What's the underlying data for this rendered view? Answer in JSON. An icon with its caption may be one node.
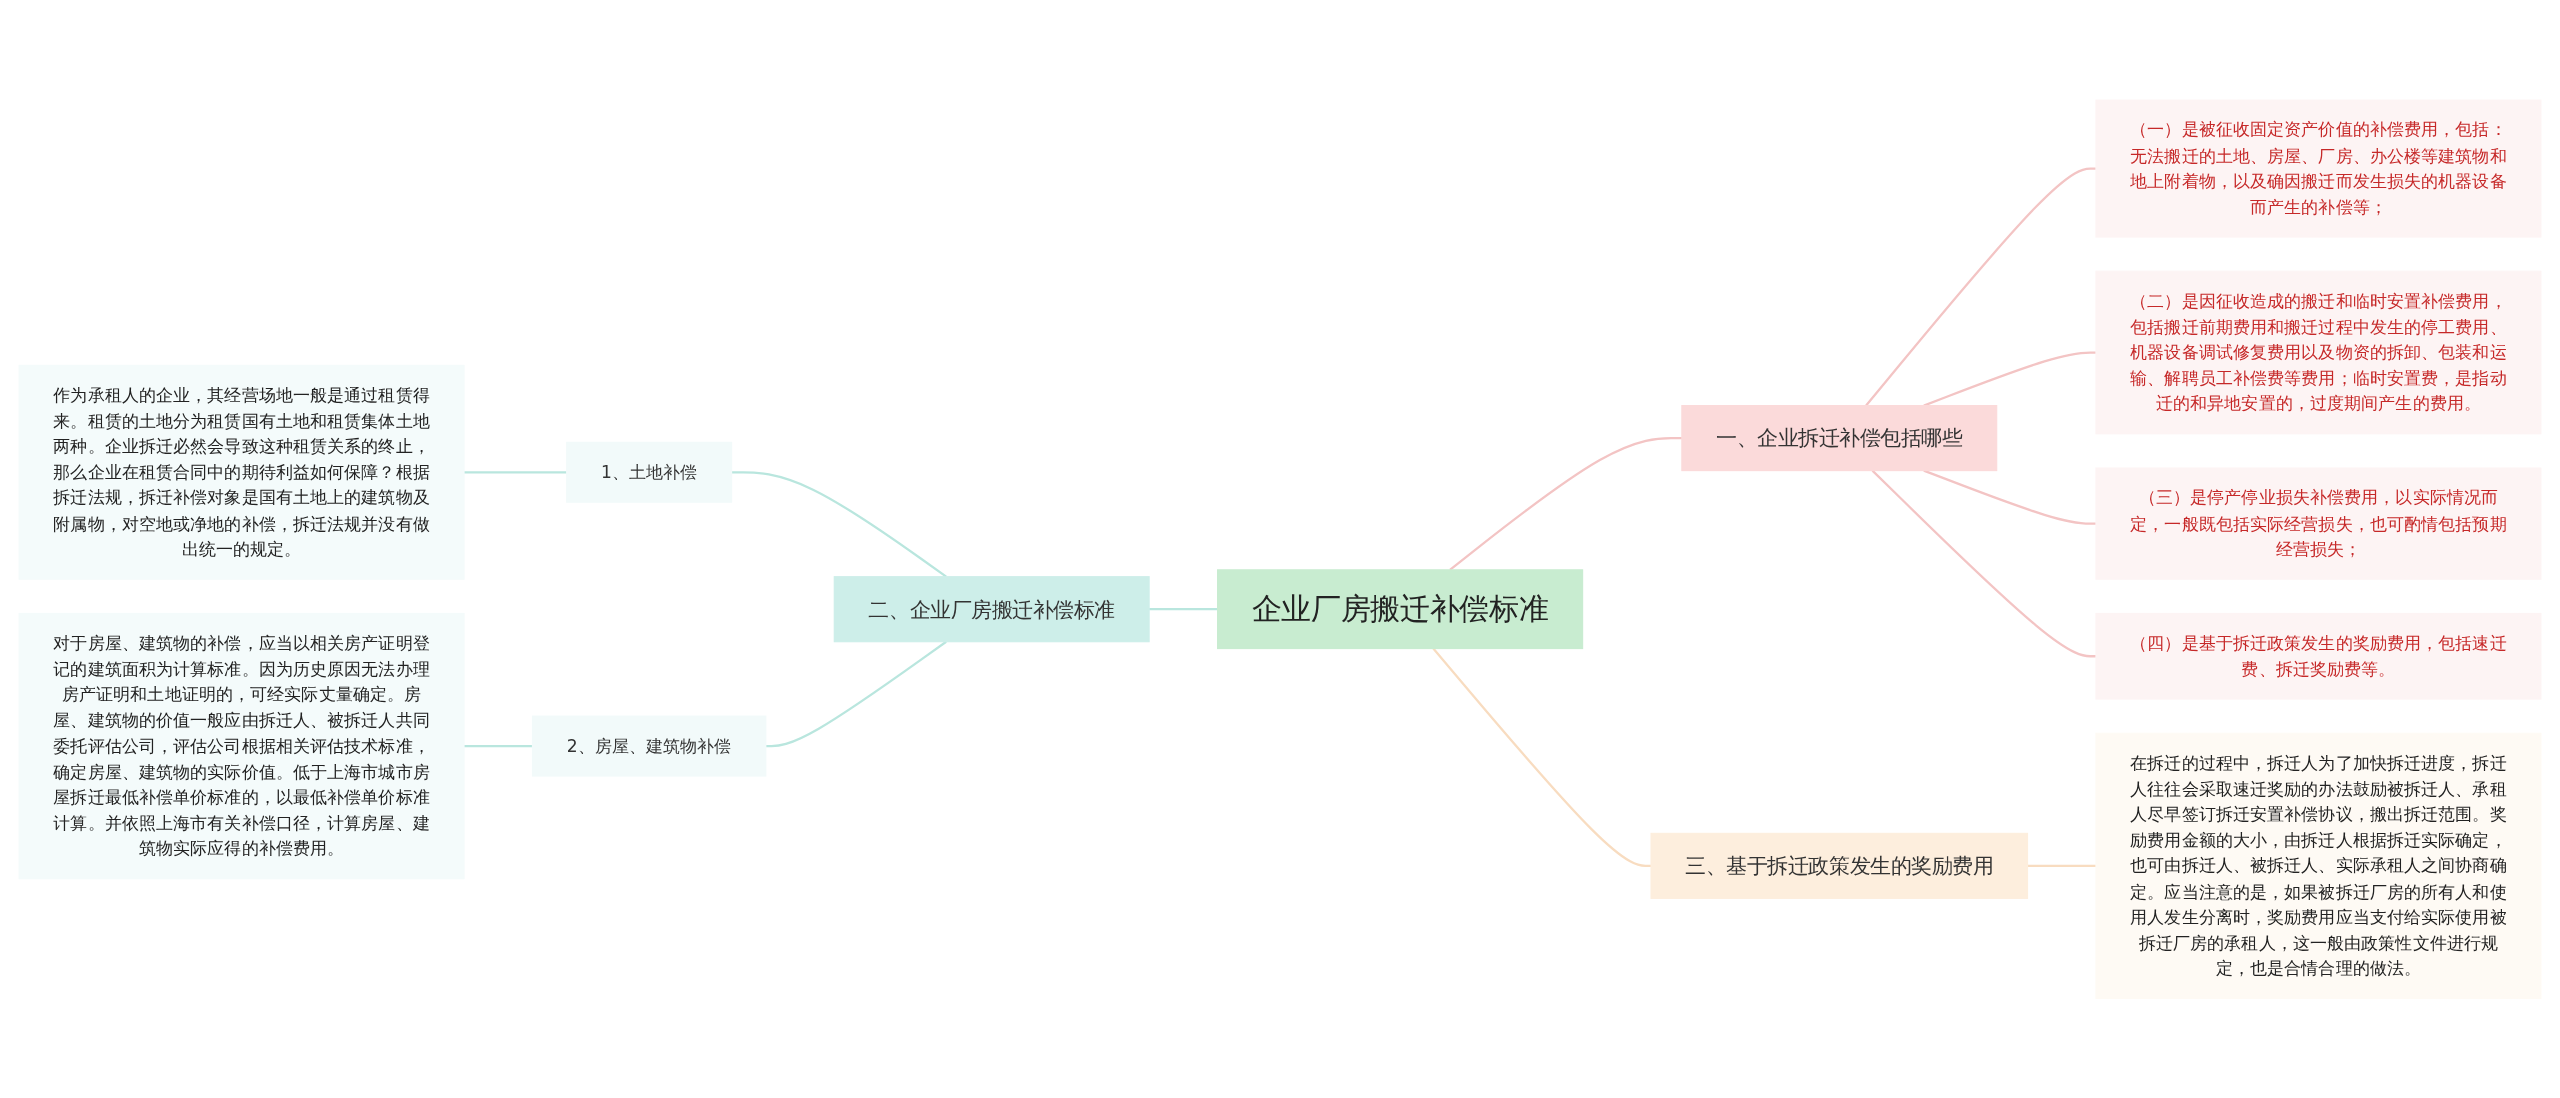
{
  "diagram": {
    "nodes": [
      {
        "text": [
          "企业厂房搬迁补偿标准"
        ]
      },
      {
        "text": [
          "一、企业拆迁补偿包括哪些"
        ]
      },
      {
        "text": [
          "（一）是被征收固定资产价值的补偿费用，包括：无法搬迁的土地、房屋、厂房、办公楼等建筑物和地上附着物，以及确因搬迁而发生损失的机器设备而产生的补偿等；"
        ]
      },
      {
        "text": [
          "（二）是因征收造成的搬迁和临时安置补偿费用，包括搬迁前期费用和搬迁过程中发生的停工费用、机器设备调试修复费用以及物资的拆卸、包装和运输、解聘员工补偿费等费用；临时安置费，是指动迁的和异地安置的，过度期间产生的费用。"
        ]
      },
      {
        "text": [
          "（三）是停产停业损失补偿费用，以实际情况而定，一般既包括实际经营损失，也可酌情包括预期经营损失；"
        ]
      },
      {
        "text": [
          "（四）是基于拆迁政策发生的奖励费用，包括速迁费、拆迁奖励费等。"
        ]
      },
      {
        "text": [
          "三、基于拆迁政策发生的奖励费用"
        ]
      },
      {
        "text": [
          "在拆迁的过程中，拆迁人为了加快拆迁进度，拆迁人往往会采取速迁奖励的办法鼓励被拆迁人、承租人尽早签订拆迁安置补偿协议，搬出拆迁范围。奖励费用金额的大小，由拆迁人根据拆迁实际确定，也可由拆迁人、被拆迁人、实际承租人之间协商确定。应当注意的是，如果被拆迁厂房的所有人和使用人发生分离时，奖励费用应当支付给实际使用被拆迁厂房的承租人，这一般由政策性文件进行规定，也是合情合理的做法。"
        ]
      },
      {
        "text": [
          "二、企业厂房搬迁补偿标准"
        ]
      },
      {
        "text": [
          "1、土地补偿"
        ]
      },
      {
        "text": [
          "作为承租人的企业，其经营场地一般是通过租赁得来。租赁的土地分为租赁国有土地和租赁集体土地两种。企业拆迁必然会导致这种租赁关系的终止，那么企业在租赁合同中的期待利益如何保障？根据拆迁法规，拆迁补偿对象是国有土地上的建筑物及附属物，对空地或净地的补偿，拆迁法规并没有做出统一的规定。"
        ]
      },
      {
        "text": [
          "2、房屋、建筑物补偿"
        ]
      },
      {
        "text": [
          "对于房屋、建筑物的补偿，应当以相关房产证明登记的建筑面积为计算标准。因为历史原因无法办理房产证明和土地证明的，可经实际丈量确定。房屋、建筑物的价值一般应由拆迁人、被拆迁人共同委托评估公司，评估公司根据相关评估技术标准，确定房屋、建筑物的实际价值。低于上海市城市房屋拆迁最低补偿单价标准的，以最低补偿单价标准计算。并依照上海市有关补偿口径，计算房屋、建筑物实际应得的补偿费用。"
        ]
      }
    ],
    "edges": [
      {
        "from": 0,
        "to": 1,
        "arrow": "none",
        "color": "#f3c4c4"
      },
      {
        "from": 1,
        "to": 2,
        "arrow": "none",
        "color": "#f3c4c4"
      },
      {
        "from": 1,
        "to": 3,
        "arrow": "none",
        "color": "#f3c4c4"
      },
      {
        "from": 1,
        "to": 4,
        "arrow": "none",
        "color": "#f3c4c4"
      },
      {
        "from": 1,
        "to": 5,
        "arrow": "none",
        "color": "#f3c4c4"
      },
      {
        "from": 0,
        "to": 6,
        "arrow": "none",
        "color": "#f8dcc0"
      },
      {
        "from": 6,
        "to": 7,
        "arrow": "none",
        "color": "#f8dcc0"
      },
      {
        "from": 0,
        "to": 8,
        "arrow": "none",
        "color": "#b9e6de"
      },
      {
        "from": 8,
        "to": 9,
        "arrow": "none",
        "color": "#b9e6de"
      },
      {
        "from": 9,
        "to": 10,
        "arrow": "none",
        "color": "#b9e6de"
      },
      {
        "from": 8,
        "to": 11,
        "arrow": "none",
        "color": "#b9e6de"
      },
      {
        "from": 11,
        "to": 12,
        "arrow": "none",
        "color": "#b9e6de"
      }
    ]
  }
}
